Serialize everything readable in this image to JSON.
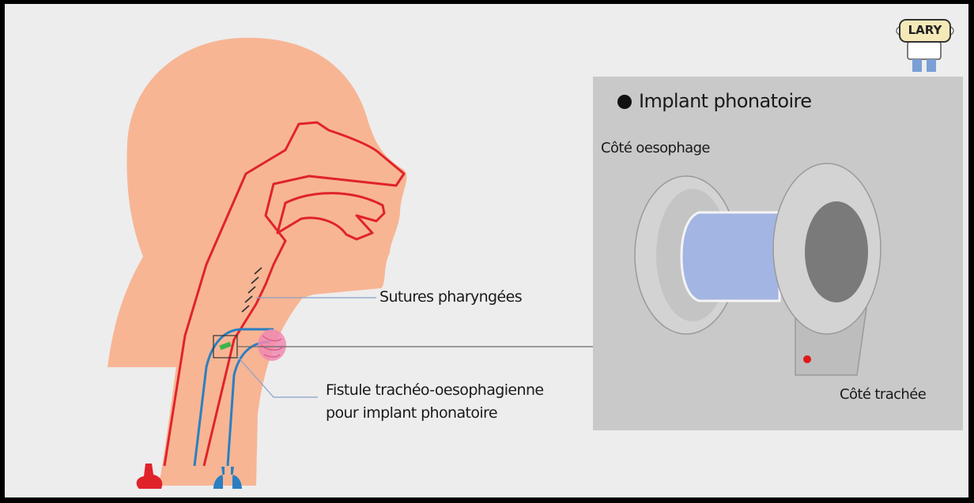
{
  "logo": {
    "text": "LARY"
  },
  "labels": {
    "sutures": "Sutures pharyngées",
    "fistule_line1": "Fistule trachéo-oesophagienne",
    "fistule_line2": "pour implant phonatoire"
  },
  "inset": {
    "title": "Implant phonatoire",
    "side_esophagus": "Côté oesophage",
    "side_trachea": "Côté trachée"
  },
  "colors": {
    "frame_background": "#ededed",
    "skin": "#f7b594",
    "digestive_tract": "#e0232b",
    "airway": "#2b7fc1",
    "thyroid": "#f08ab0",
    "fistula_implant": "#3cb44b",
    "inset_panel": "#c9c9c9",
    "implant_shaft": "#a3b5e2",
    "implant_flange": "#d3d3d3",
    "implant_lumen": "#7a7a7a",
    "implant_marker": "#e01818"
  }
}
